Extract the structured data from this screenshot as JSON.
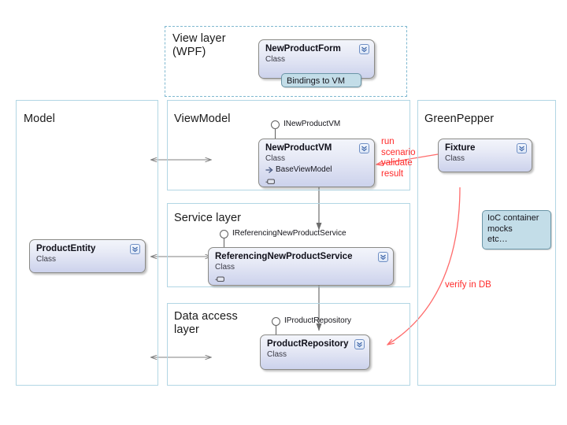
{
  "diagram": {
    "title": "MVVM layered architecture with GreenPepper fixture",
    "accent_panel_border": "#b2d6e4",
    "accent_dashed_border": "#7fb8d0",
    "annotation_color": "#ff2a2a",
    "note_fill": "#c3dde8",
    "class_fill_top": "#f3f5fb",
    "class_fill_bottom": "#ccd2ec",
    "connector_color": "#808080"
  },
  "panels": [
    {
      "id": "view",
      "title": "View layer\n(WPF)"
    },
    {
      "id": "model",
      "title": "Model"
    },
    {
      "id": "viewmodel",
      "title": "ViewModel"
    },
    {
      "id": "service",
      "title": "Service layer"
    },
    {
      "id": "dataaccess",
      "title": "Data access\nlayer"
    },
    {
      "id": "greenpepper",
      "title": "GreenPepper"
    }
  ],
  "classes": [
    {
      "id": "newproductform",
      "name": "NewProductForm",
      "stereotype": "Class",
      "rows": []
    },
    {
      "id": "productentity",
      "name": "ProductEntity",
      "stereotype": "Class",
      "rows": []
    },
    {
      "id": "newproductvm",
      "name": "NewProductVM",
      "stereotype": "Class",
      "rows": [
        {
          "kind": "inheritance",
          "label": "BaseViewModel"
        },
        {
          "kind": "operation",
          "label": ""
        }
      ]
    },
    {
      "id": "referencingnewproductservice",
      "name": "ReferencingNewProductService",
      "stereotype": "Class",
      "rows": [
        {
          "kind": "operation",
          "label": ""
        }
      ]
    },
    {
      "id": "productrepository",
      "name": "ProductRepository",
      "stereotype": "Class",
      "rows": []
    },
    {
      "id": "fixture",
      "name": "Fixture",
      "stereotype": "Class",
      "rows": []
    }
  ],
  "interfaces": [
    {
      "id": "inewproductvm",
      "label": "INewProductVM"
    },
    {
      "id": "ireferencingnewproductservice",
      "label": "IReferencingNewProductService"
    },
    {
      "id": "iproductrepository",
      "label": "IProductRepository"
    }
  ],
  "notes": [
    {
      "id": "bindings",
      "text": "Bindings to VM"
    },
    {
      "id": "ioc",
      "text": "IoC container\nmocks\netc…"
    }
  ],
  "annotations": [
    {
      "id": "run-scenario",
      "text": "run\nscenario\nvalidate\nresult"
    },
    {
      "id": "verify-in-db",
      "text": "verify in DB"
    }
  ]
}
